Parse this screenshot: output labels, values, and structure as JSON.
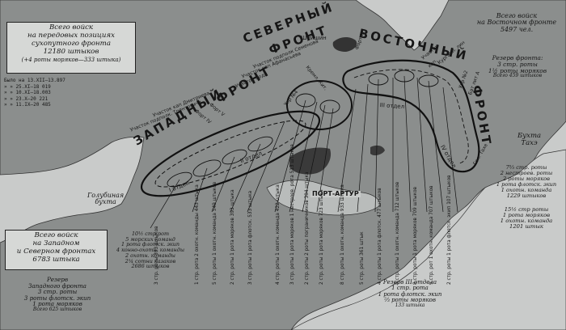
{
  "frontline_box": {
    "lines": [
      "Всего войск",
      "на передовых позициях",
      "сухопутного фронта",
      "12180 штыков",
      "(+4 роты моряков—333 штыка)"
    ]
  },
  "history": {
    "lines": [
      "Было на 13.XII—13.897",
      "» » 25.XI—18 019",
      "» » 10.XI—18.003",
      "» » 23.X—20 221",
      "» » 11.IX—20 485"
    ]
  },
  "west_north_box": {
    "lines": [
      "Всего войск",
      "на Западном",
      "и Северном фронтах",
      "6783 штыка"
    ]
  },
  "east_total": {
    "lines": [
      "Всего войск",
      "на Восточном фронте",
      "5497 чел."
    ]
  },
  "east_reserve": {
    "lines": [
      "Резерв фронта:",
      "3 стр. роты",
      "1½ роты моряков",
      "Всего 459 штыков"
    ]
  },
  "west_reserve": {
    "lines": [
      "Резерв",
      "Западного фронта",
      "3 стр. роты",
      "3 роты флотск. экип",
      "1 рота моряков",
      "Всего 625 штыков"
    ]
  },
  "bay_right_top": {
    "lines": [
      "7⅔ стр. роты",
      "2 нестроев. роты",
      "2 роты моряков",
      "1 рота флотск. экип",
      "1 охотн. команда",
      "1229 штыков"
    ]
  },
  "bay_right_bottom": {
    "lines": [
      "15½ стр роты",
      "1 рота моряков",
      "1 охотн. команда",
      "1201 штык"
    ]
  },
  "west_column": {
    "lines": [
      "10½ стр рот",
      "5 морских команд",
      "1 рота флотск. экип",
      "4 конно-охотн. команды",
      "2 охотн. команды",
      "2¼ сотни казаков",
      "2686 штыков"
    ]
  },
  "reserve_iii": {
    "lines": [
      "Резерв III отдела",
      "1 стр. рота",
      "1 рота флотск. экип",
      "⅔ роты моряков",
      "133 штыка"
    ]
  },
  "fronts": {
    "north": "СЕВЕРНЫЙ",
    "north2": "ФРОНТ",
    "east": "ВОСТОЧНЫЙ",
    "east2": "ФРОНТ",
    "west": "ЗАПАДНЫЙ",
    "west2": "ФРОНТ"
  },
  "places": {
    "golubinaya": "Голубиная",
    "golubinaya2": "бухта",
    "takhe": "Бухта",
    "takhe2": "Тахэ",
    "port_arthur": "ПОРТ-АРТУР",
    "shuishin": "Шуйшин"
  },
  "sectors": {
    "otdel_w": "I отдел",
    "otdel_w2": "II отдел",
    "otdel_e": "III отдел",
    "otdel_e2": "IV отдел",
    "uch_dmitr": "Участок кап Дмитриева",
    "uch_tren": "Участок подполк. Трентовича",
    "fort_iv": "Форт IV",
    "fort_v": "Форт V",
    "uch_semenov": "Участок подполк Семенова",
    "uch_afanasyev": "Участок кап Афанасьева",
    "uch_podp": "Участок подп",
    "ukr4": "Укр №4",
    "kreml": "Кремл. Кит.",
    "fort_iii": "Форт III",
    "ukr2": "Укр №2",
    "bat_a": "Бат лит А",
    "kurgan": "Курганн. лин",
    "uch_kap": "Участок",
    "uch_kap2": "кап.",
    "gol_taxe": "Гол. Тахе"
  },
  "columns": [
    "3 стр. роты 393 штыков",
    "1 стр. рота 2 охотн. команды 443 штыка",
    "5 стр. роты 1 охотн. команда 549 штыков",
    "2 стр. роты 1 рота моряков 393 штыка",
    "3 стр. роты 1 рота флотск. 533 штыка",
    "4 стр. роты 1 охотн. команда 422 штыка",
    "3 стр. роты 1 рота моряков 1 нестроев. рота 513 штыков",
    "2 стр. роты 2 роты пограничников 394 штыка",
    "2 стр. роты 1 рота моряков 723 штыка",
    "8 стр. роты 1 охотн. команда 933 штыка",
    "5 стр. роты 361 штык",
    "4 стр. роты 1 рота флотск. 477 штыков",
    "5 стр. роты 1 охотн. команда 712 штыков",
    "8 стр. роты 1 рота моряков 709 штыков",
    "9 стр. рот 1 охотн. команда 707 штыков",
    "2 стр. роты 1 рота флотск. экип 107 штыков"
  ],
  "colors": {
    "land": "#8a8d8c",
    "water": "#c9cbca",
    "ink": "#161616",
    "box_bg": "#d6d8d6"
  }
}
